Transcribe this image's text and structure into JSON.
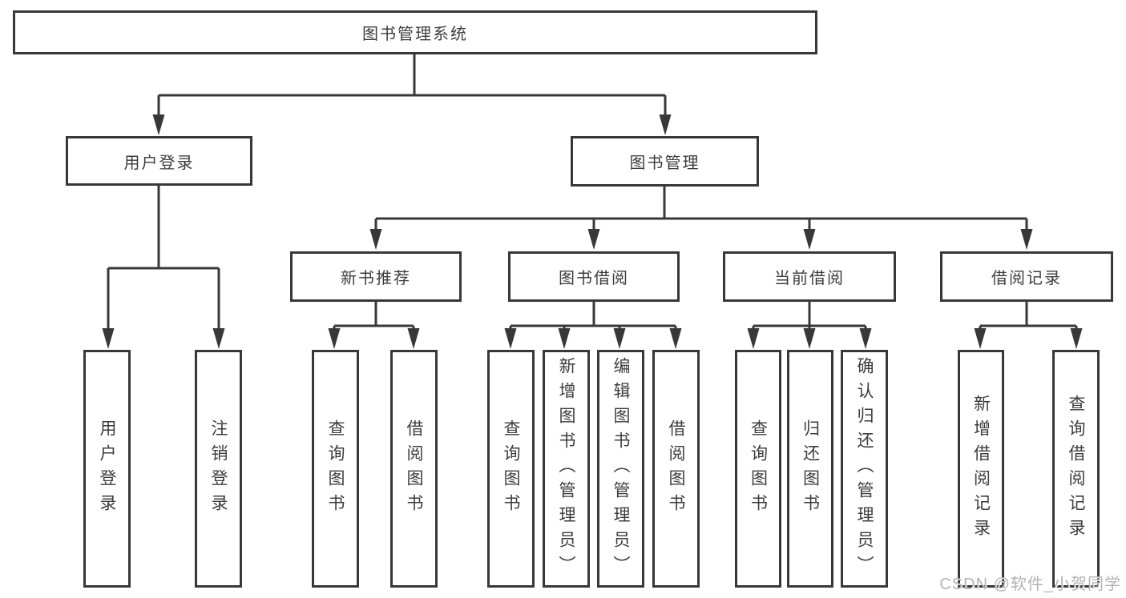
{
  "tree": {
    "root": {
      "label": "图书管理系统"
    },
    "branches": [
      {
        "label": "用户登录",
        "children": [
          {
            "label": "用户登录"
          },
          {
            "label": "注销登录"
          }
        ]
      },
      {
        "label": "图书管理",
        "groups": [
          {
            "label": "新书推荐",
            "children": [
              {
                "label": "查询图书"
              },
              {
                "label": "借阅图书"
              }
            ]
          },
          {
            "label": "图书借阅",
            "children": [
              {
                "label": "查询图书"
              },
              {
                "label": "新增图书（管理员）"
              },
              {
                "label": "编辑图书（管理员）"
              },
              {
                "label": "借阅图书"
              }
            ]
          },
          {
            "label": "当前借阅",
            "children": [
              {
                "label": "查询图书"
              },
              {
                "label": "归还图书"
              },
              {
                "label": "确认归还（管理员）"
              }
            ]
          },
          {
            "label": "借阅记录",
            "children": [
              {
                "label": "新增借阅记录"
              },
              {
                "label": "查询借阅记录"
              }
            ]
          }
        ]
      }
    ]
  },
  "watermark": "CSDN @软件_小贺同学",
  "colors": {
    "line": "#383838",
    "box_border": "#383838",
    "text": "#3c3c3c",
    "watermark": "#b3b3b3",
    "background": "#ffffff"
  }
}
